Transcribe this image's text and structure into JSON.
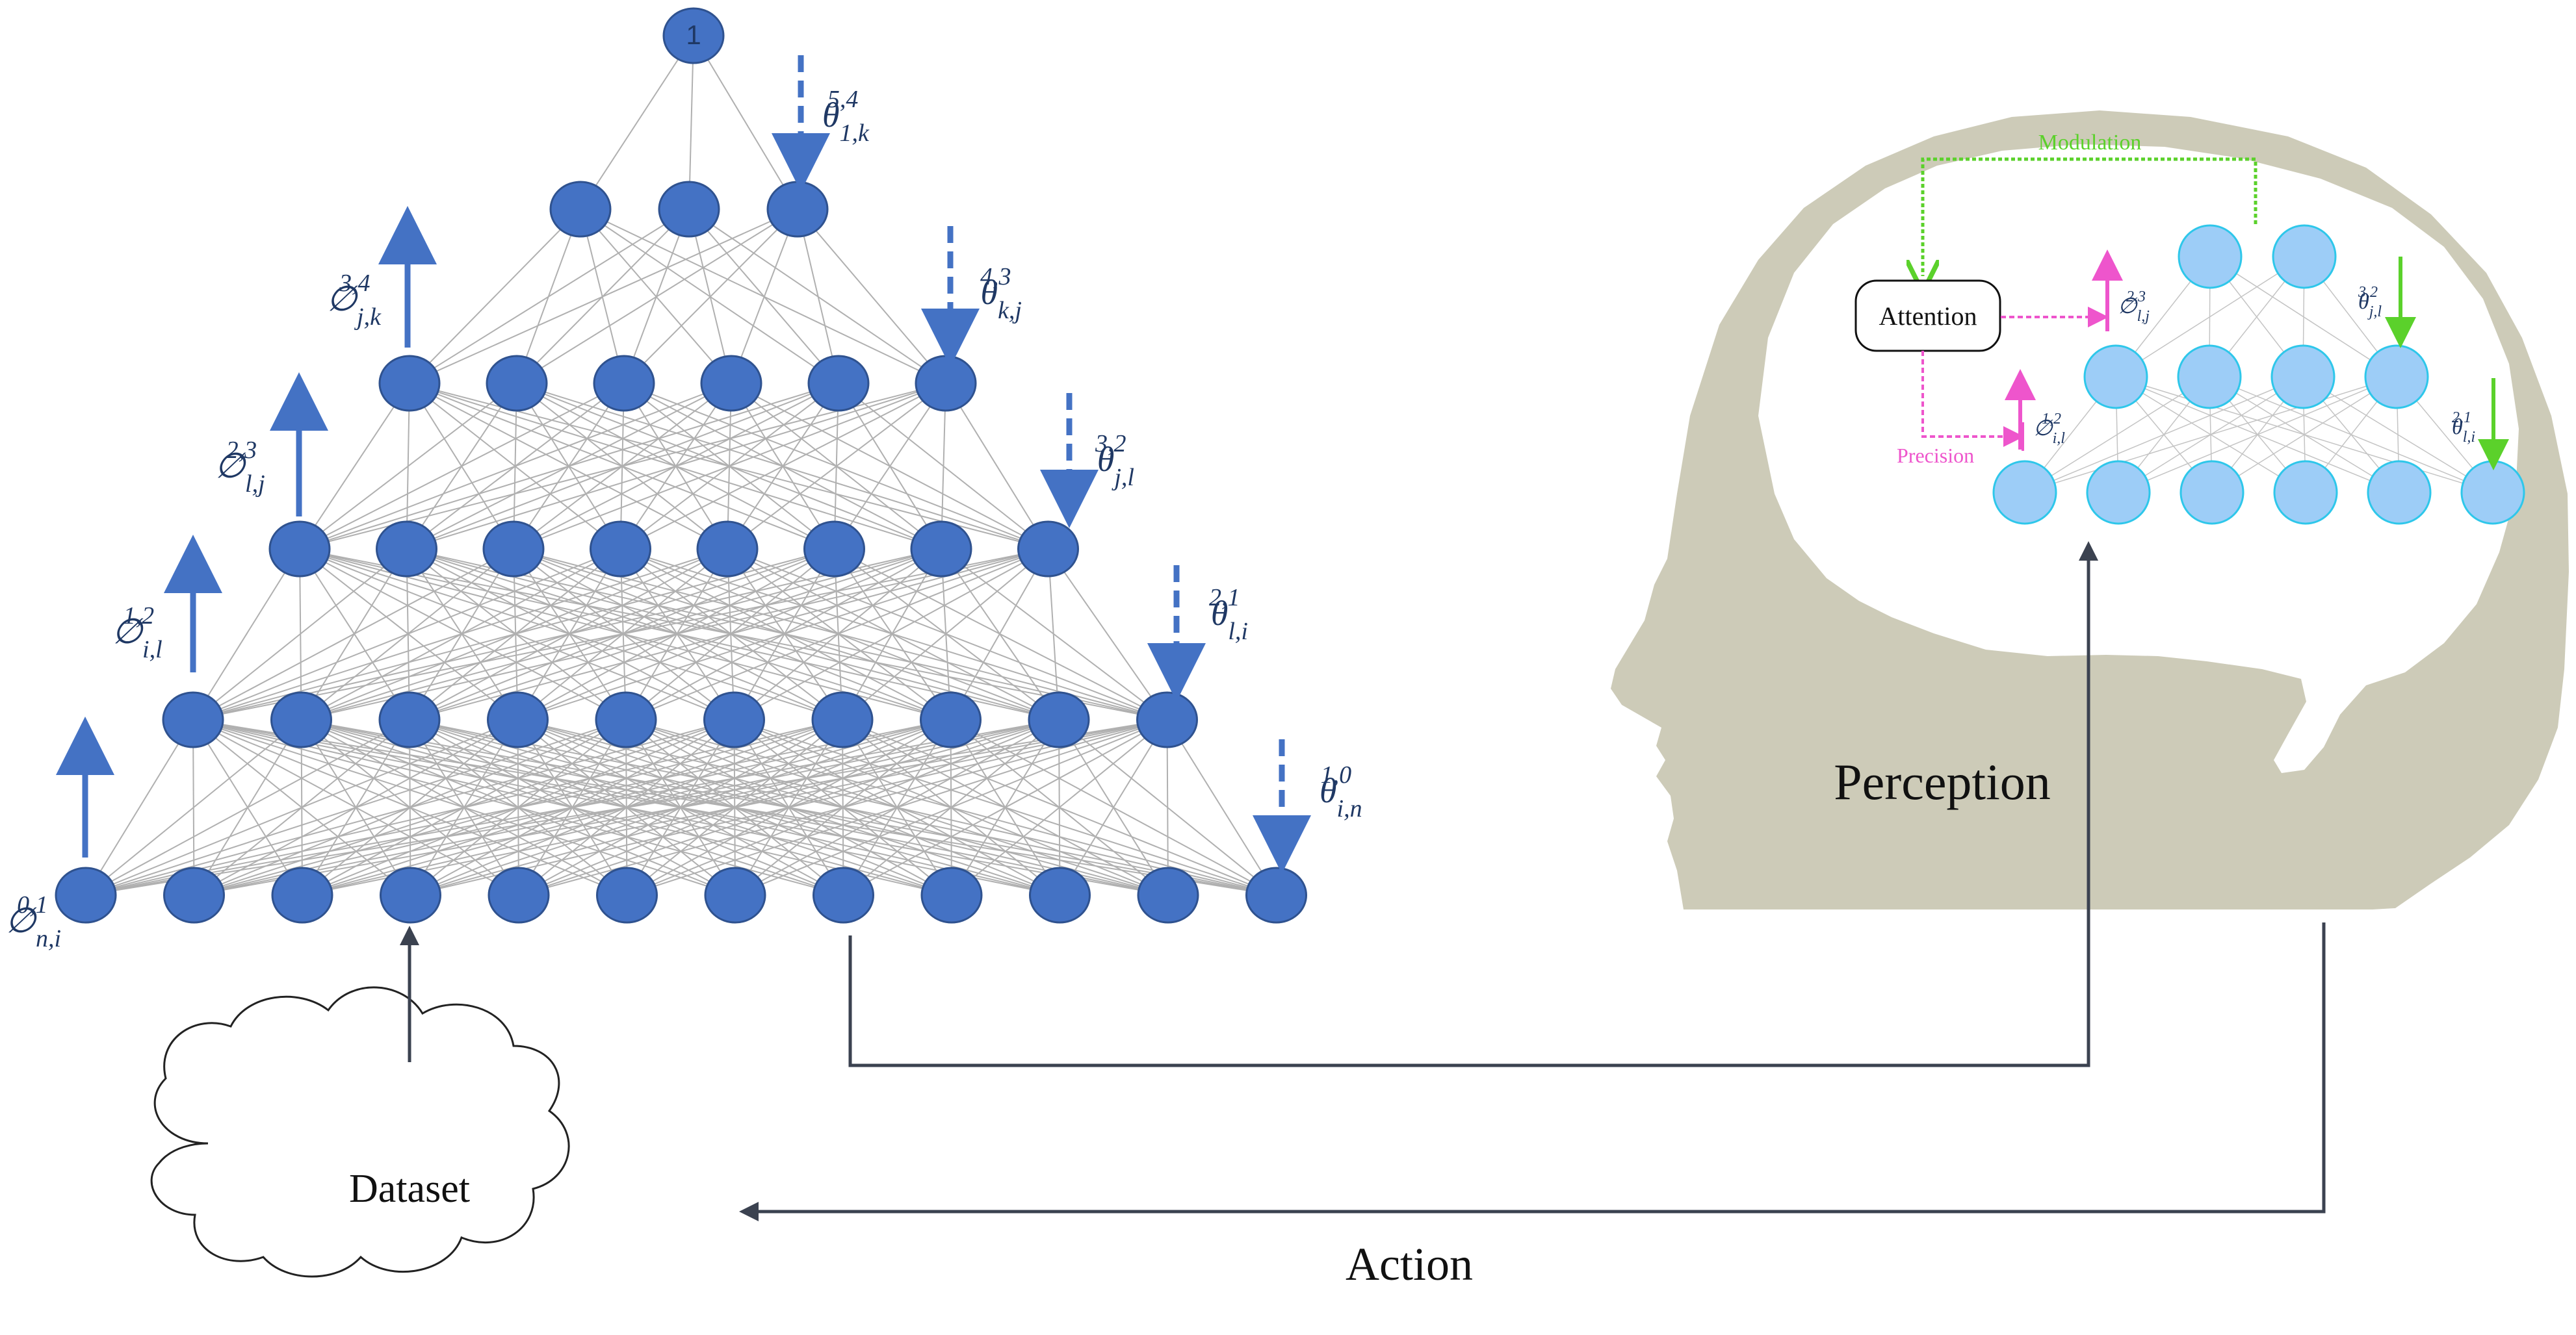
{
  "colors": {
    "node_fill": "#4472c4",
    "node_stroke": "#2f528f",
    "edge": "#b0b0b0",
    "math_text": "#1f3864",
    "brain_node_fill": "#9dcdf7",
    "brain_node_stroke": "#2ec7ea",
    "head_fill": "#cdcbb8",
    "flow_arrow": "#3b4250",
    "pink": "#ee55cc",
    "green": "#5bd12b",
    "upward_arrow": "#4472c4"
  },
  "network": {
    "top_node_label": "1",
    "layer_sizes": [
      12,
      10,
      8,
      6,
      3,
      1
    ],
    "bottom_up": [
      {
        "sym": "∅",
        "sub": "n,i",
        "sup": "0,1"
      },
      {
        "sym": "∅",
        "sub": "i,l",
        "sup": "1,2"
      },
      {
        "sym": "∅",
        "sub": "l,j",
        "sup": "2,3"
      },
      {
        "sym": "∅",
        "sub": "j,k",
        "sup": "3,4"
      }
    ],
    "top_down": [
      {
        "sym": "θ",
        "sub": "i,n",
        "sup": "1,0"
      },
      {
        "sym": "θ",
        "sub": "l,i",
        "sup": "2,1"
      },
      {
        "sym": "θ",
        "sub": "j,l",
        "sup": "3,2"
      },
      {
        "sym": "θ",
        "sub": "k,j",
        "sup": "4,3"
      },
      {
        "sym": "θ",
        "sub": "1,k",
        "sup": "5,4"
      }
    ]
  },
  "dataset_label": "Dataset",
  "action_label": "Action",
  "perception_label": "Perception",
  "brain": {
    "modulation_label": "Modulation",
    "attention_label": "Attention",
    "precision_label": "Precision",
    "layer_sizes": [
      6,
      4,
      2
    ],
    "up_labels": [
      {
        "sym": "∅",
        "sub": "i,l",
        "sup": "1,2"
      },
      {
        "sym": "∅",
        "sub": "l,j",
        "sup": "2,3"
      }
    ],
    "down_labels": [
      {
        "sym": "θ",
        "sub": "j,l",
        "sup": "3,2"
      },
      {
        "sym": "θ",
        "sub": "l,i",
        "sup": "2,1"
      }
    ]
  }
}
